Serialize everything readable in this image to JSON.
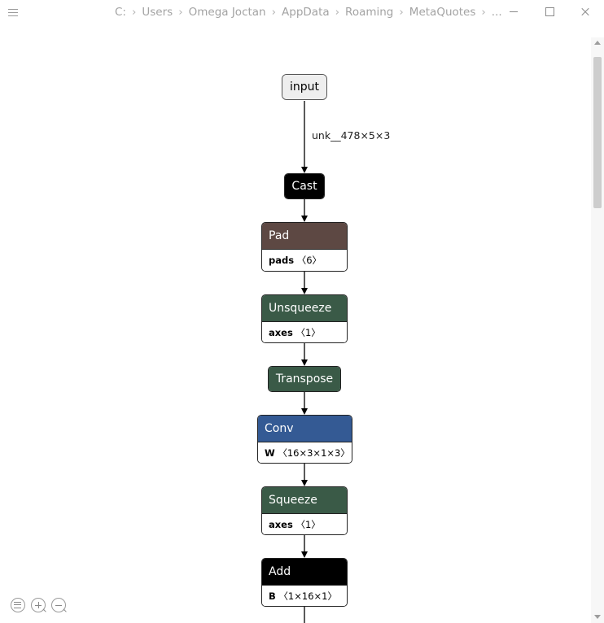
{
  "titlebar": {
    "breadcrumb": [
      "C:",
      "Users",
      "Omega Joctan",
      "AppData",
      "Roaming",
      "MetaQuotes",
      "..."
    ],
    "icons": [
      "menu-icon",
      "minimize-icon",
      "maximize-icon",
      "close-icon"
    ]
  },
  "graph": {
    "edge_label": "unk__478×5×3",
    "nodes": [
      {
        "id": "input",
        "label": "input",
        "color": "#eeeeee"
      },
      {
        "id": "cast",
        "label": "Cast",
        "color": "#000000"
      },
      {
        "id": "pad",
        "label": "Pad",
        "color": "#5d4843",
        "attr_name": "pads",
        "attr_value": "〈6〉"
      },
      {
        "id": "unsqueeze",
        "label": "Unsqueeze",
        "color": "#3a5a47",
        "attr_name": "axes",
        "attr_value": "〈1〉"
      },
      {
        "id": "transpose",
        "label": "Transpose",
        "color": "#3a5a47"
      },
      {
        "id": "conv",
        "label": "Conv",
        "color": "#345a94",
        "attr_name": "W",
        "attr_value": "〈16×3×1×3〉"
      },
      {
        "id": "squeeze",
        "label": "Squeeze",
        "color": "#3a5a47",
        "attr_name": "axes",
        "attr_value": "〈1〉"
      },
      {
        "id": "add",
        "label": "Add",
        "color": "#000000",
        "attr_name": "B",
        "attr_value": "〈1×16×1〉"
      }
    ]
  },
  "toolbar": {
    "icons": [
      "sidebar-toggle-icon",
      "zoom-in-icon",
      "zoom-out-icon"
    ]
  }
}
